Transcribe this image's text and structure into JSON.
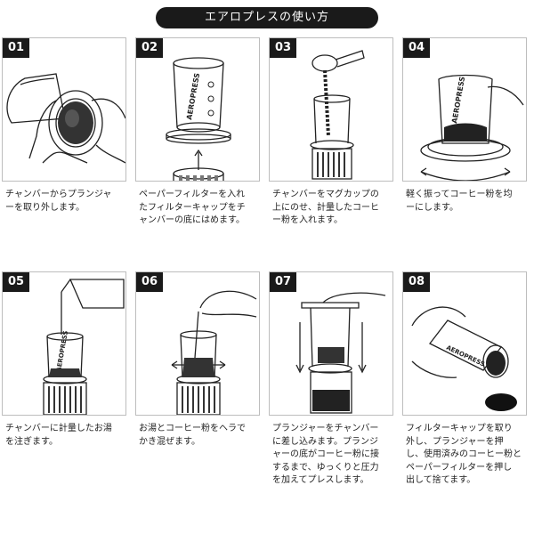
{
  "title": "エアロプレスの使い方",
  "steps": [
    {
      "num": "01",
      "text": "チャンバーからプランジャ\nーを取り外します。"
    },
    {
      "num": "02",
      "text": "ペーパーフィルターを入れ\nたフィルターキャップをチ\nャンバーの底にはめます。",
      "brand": "AEROPRESS"
    },
    {
      "num": "03",
      "text": "チャンバーをマグカップの\n上にのせ、計量したコーヒ\nー粉を入れます。"
    },
    {
      "num": "04",
      "text": "軽く振ってコーヒー粉を均\nーにします。",
      "brand": "AEROPRESS"
    },
    {
      "num": "05",
      "text": "チャンバーに計量したお湯\nを注ぎます。",
      "brand": "AEROPRESS"
    },
    {
      "num": "06",
      "text": "お湯とコーヒー粉をヘラで\nかき混ぜます。"
    },
    {
      "num": "07",
      "text": "プランジャーをチャンバー\nに差し込みます。プランジ\nャーの底がコーヒー粉に接\nするまで、ゆっくりと圧力\nを加えてプレスします。"
    },
    {
      "num": "08",
      "text": "フィルターキャップを取り\n外し、プランジャーを押\nし、使用済みのコーヒー粉と\nペーパーフィルターを押し\n出して捨てます。",
      "brand": "AEROPRESS"
    }
  ]
}
